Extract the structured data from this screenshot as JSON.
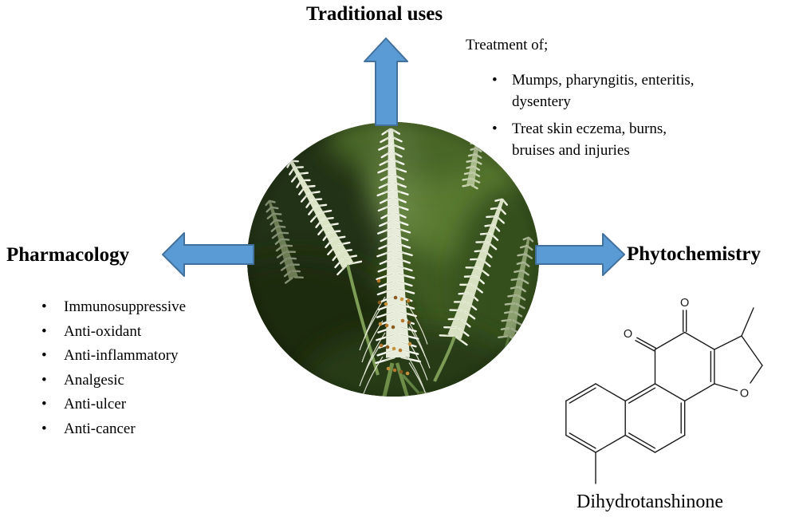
{
  "figure": {
    "bullet_glyph": "•",
    "colors": {
      "arrow_fill": "#5B9BD5",
      "arrow_stroke": "#41719C",
      "molecule_stroke": "#1a1a1a",
      "text_color": "#000000"
    },
    "traditional_uses": {
      "title": "Traditional uses",
      "intro": "Treatment of;",
      "bullets": [
        "Mumps, pharyngitis, enteritis, dysentery",
        "Treat skin eczema, burns, bruises and injuries"
      ]
    },
    "pharmacology": {
      "title": "Pharmacology",
      "bullets": [
        "Immunosuppressive",
        "Anti-oxidant",
        "Anti-inflammatory",
        "Analgesic",
        "Anti-ulcer",
        "Anti-cancer"
      ]
    },
    "phytochemistry": {
      "title": "Phytochemistry",
      "compound": "Dihydrotanshinone",
      "atoms": {
        "o_top": "O",
        "o_left": "O",
        "o_ring": "O"
      }
    }
  }
}
